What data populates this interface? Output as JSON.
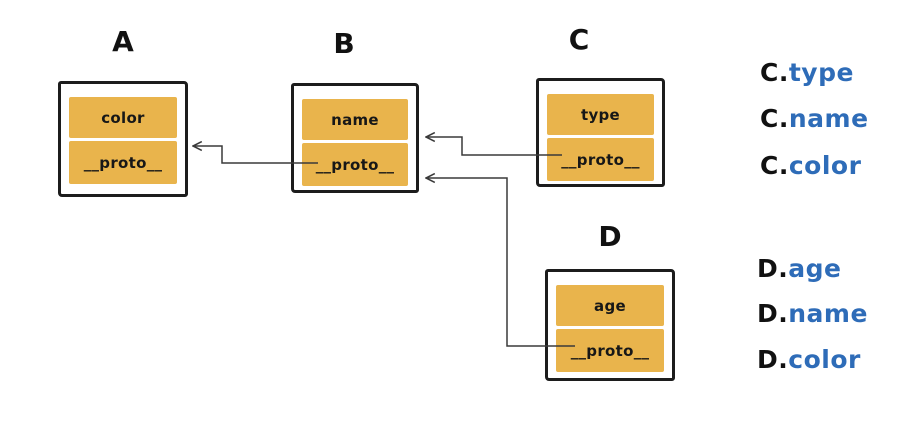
{
  "nodes": {
    "A": {
      "label": "A",
      "field1": "color",
      "field2": "__proto__"
    },
    "B": {
      "label": "B",
      "field1": "name",
      "field2": "__proto__"
    },
    "C": {
      "label": "C",
      "field1": "type",
      "field2": "__proto__"
    },
    "D": {
      "label": "D",
      "field1": "age",
      "field2": "__proto__"
    }
  },
  "edges": [
    {
      "from": "B.__proto__",
      "to": "A"
    },
    {
      "from": "C.__proto__",
      "to": "B"
    },
    {
      "from": "D.__proto__",
      "to": "B"
    }
  ],
  "annotations": {
    "c": [
      {
        "obj": "C.",
        "prop": "type"
      },
      {
        "obj": "C.",
        "prop": "name"
      },
      {
        "obj": "C.",
        "prop": "color"
      }
    ],
    "d": [
      {
        "obj": "D.",
        "prop": "age"
      },
      {
        "obj": "D.",
        "prop": "name"
      },
      {
        "obj": "D.",
        "prop": "color"
      }
    ]
  },
  "colors": {
    "cell_fill": "#E9B44C",
    "box_border": "#1C1C1C",
    "arrow": "#3A3A3A",
    "annotation_object": "#111111",
    "annotation_property": "#2E6CB8",
    "background": "#FFFFFF"
  }
}
